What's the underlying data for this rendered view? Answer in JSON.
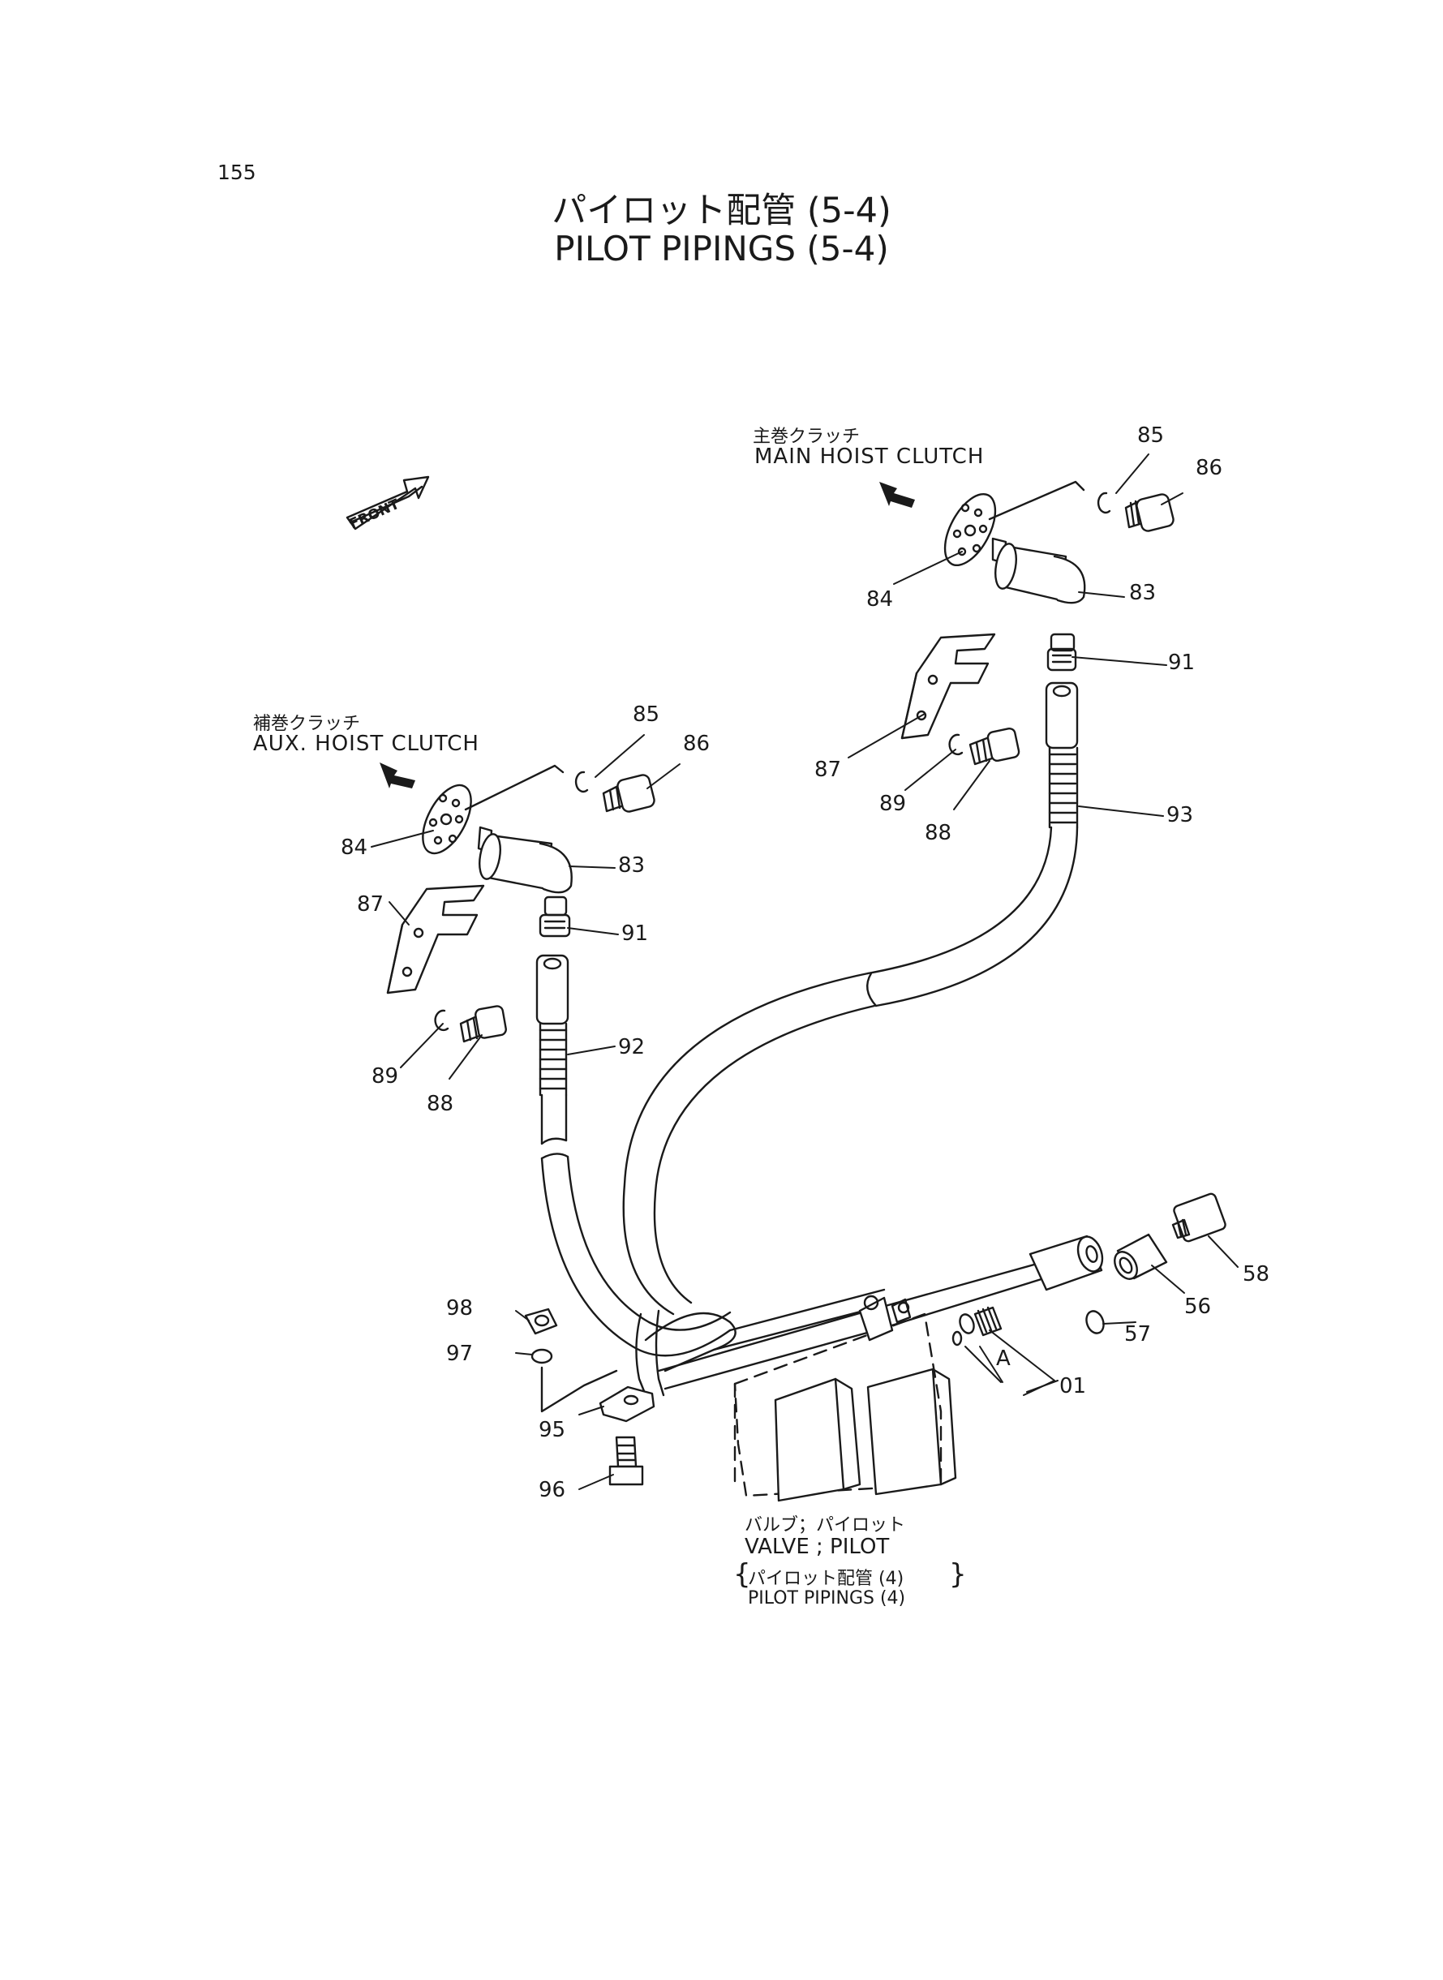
{
  "page": {
    "number": "155",
    "title_jp": "パイロット配管 (5-4)",
    "title_en": "PILOT PIPINGS (5-4)"
  },
  "front_marker": "FRONT",
  "callouts": {
    "main_hoist_clutch": {
      "jp": "主巻クラッチ",
      "en": "MAIN HOIST CLUTCH"
    },
    "aux_hoist_clutch": {
      "jp": "補巻クラッチ",
      "en": "AUX. HOIST CLUTCH"
    },
    "valve_pilot": {
      "jp": "バルブ；パイロット",
      "en": "VALVE ; PILOT",
      "ref_jp": "パイロット配管 (4)",
      "ref_en": "PILOT PIPINGS (4)"
    }
  },
  "part_numbers": {
    "main_85": "85",
    "main_86": "86",
    "main_84": "84",
    "main_83": "83",
    "main_91": "91",
    "main_87": "87",
    "main_89": "89",
    "main_88": "88",
    "main_93": "93",
    "aux_85": "85",
    "aux_86": "86",
    "aux_84": "84",
    "aux_83": "83",
    "aux_91": "91",
    "aux_87": "87",
    "aux_89": "89",
    "aux_88": "88",
    "aux_92": "92",
    "p58": "58",
    "p56": "56",
    "p57": "57",
    "p01": "01",
    "p98": "98",
    "p97": "97",
    "p95": "95",
    "p96": "96",
    "ref_a": "A"
  }
}
